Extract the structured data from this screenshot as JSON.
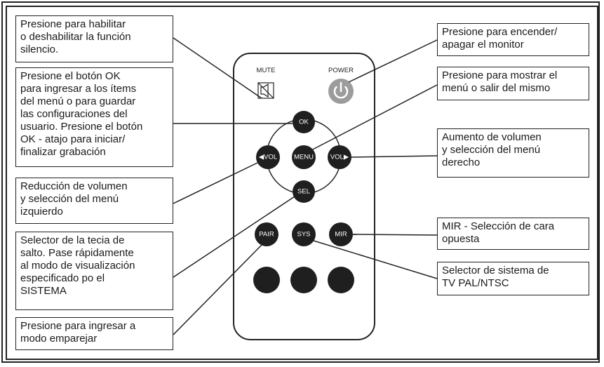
{
  "callouts": {
    "mute": "Presione para habilitar\no deshabilitar la función\nsilencio.",
    "ok": "Presione el botón OK\npara ingresar a los ítems\ndel menú o para guardar\nlas configuraciones del\nusuario. Presione el botón\nOK - atajo para iniciar/\nfinalizar grabación",
    "vol_left": "Reducción de volumen\ny selección del menú\nizquierdo",
    "sel": "Selector de la tecia de\nsalto. Pase rápidamente\nal modo de visualización\nespecificado po el\nSISTEMA",
    "pair": "Presione para ingresar a\nmodo emparejar",
    "power": "Presione para encender/\napagar el monitor",
    "menu": "Presione para mostrar el\nmenú o salir del mismo",
    "vol_right": "Aumento de volumen\ny selección del menú\nderecho",
    "mir": "MIR - Selección de cara\nopuesta",
    "sys": "Selector de sistema de\nTV PAL/NTSC"
  },
  "remote": {
    "mute_label": "MUTE",
    "power_label": "POWER",
    "ok": "OK",
    "vol_left": "◀VOL",
    "menu": "MENU",
    "vol_right": "VOL▶",
    "sel": "SEL",
    "pair": "PAIR",
    "sys": "SYS",
    "mir": "MIR"
  },
  "colors": {
    "button_dark": "#1f1f1f",
    "power_gray": "#9c9c9c",
    "line": "#222222"
  }
}
